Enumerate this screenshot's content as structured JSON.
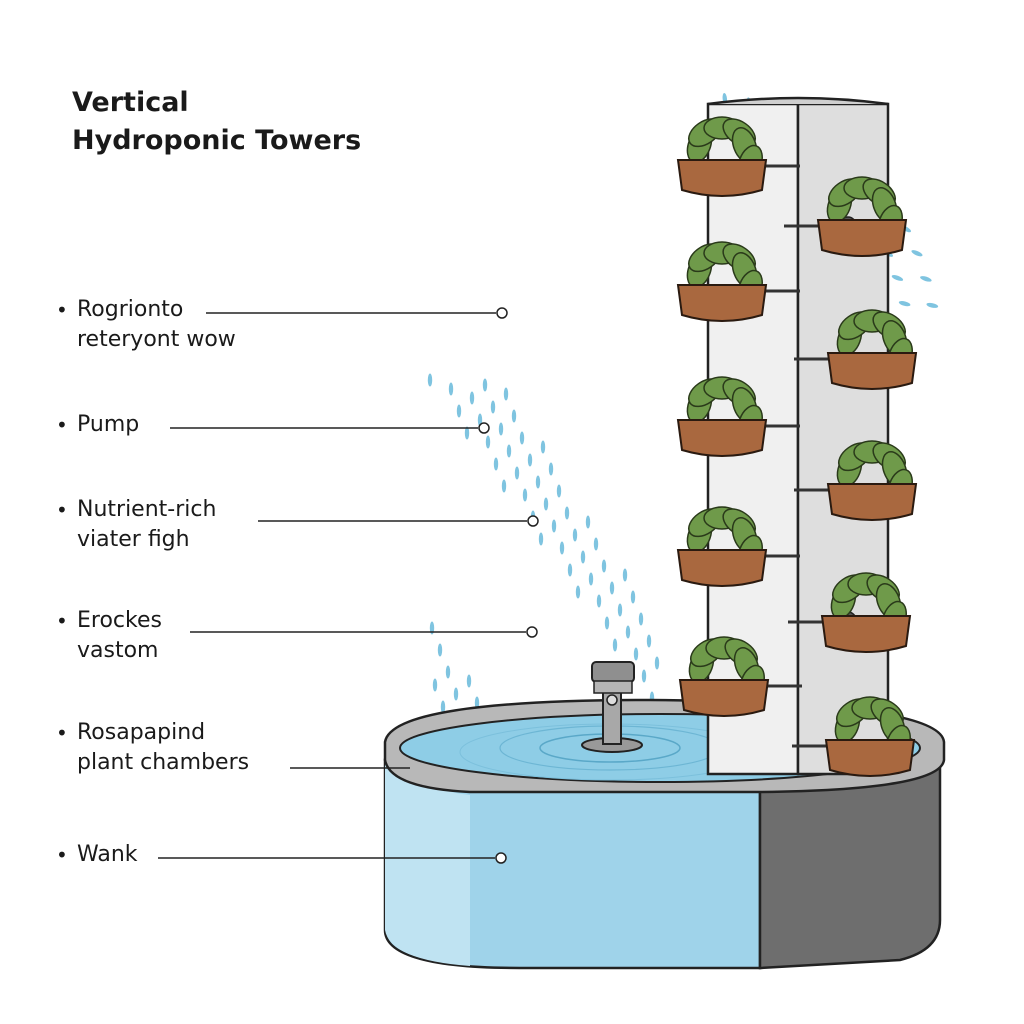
{
  "title": {
    "line1": "Vertical",
    "line2": "Hydroponic Towers"
  },
  "callouts": [
    {
      "lines": [
        "Rogrionto",
        "reteryont wow"
      ]
    },
    {
      "lines": [
        "Pump"
      ]
    },
    {
      "lines": [
        "Nutrient-rich",
        "viater figh"
      ]
    },
    {
      "lines": [
        "Erockes",
        "vastom"
      ]
    },
    {
      "lines": [
        "Rosapapind",
        "plant chambers"
      ]
    },
    {
      "lines": [
        "Wank"
      ]
    }
  ],
  "bullet_glyph": "•",
  "colors": {
    "water": "#8ecde6",
    "water_drop": "#7fc4e0",
    "tower": "#ececec",
    "leaf": "#6f9a4a",
    "pot": "#a9683f",
    "tank_shadow": "#5a5a5a"
  }
}
